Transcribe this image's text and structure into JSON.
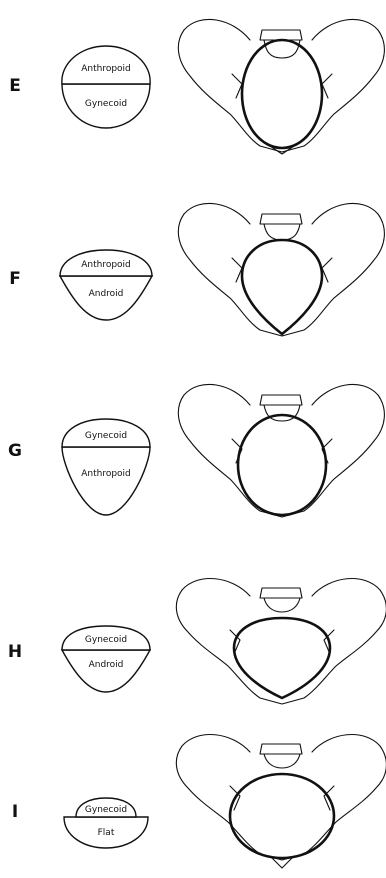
{
  "rows": [
    {
      "letter": "E",
      "upper": "Anthropoid",
      "lower": "Gynecoid"
    },
    {
      "letter": "F",
      "upper": "Anthropoid",
      "lower": "Android"
    },
    {
      "letter": "G",
      "upper": "Gynecoid",
      "lower": "Anthropoid"
    },
    {
      "letter": "H",
      "upper": "Gynecoid",
      "lower": "Android"
    },
    {
      "letter": "I",
      "upper": "Gynecoid",
      "lower": "Flat"
    }
  ]
}
